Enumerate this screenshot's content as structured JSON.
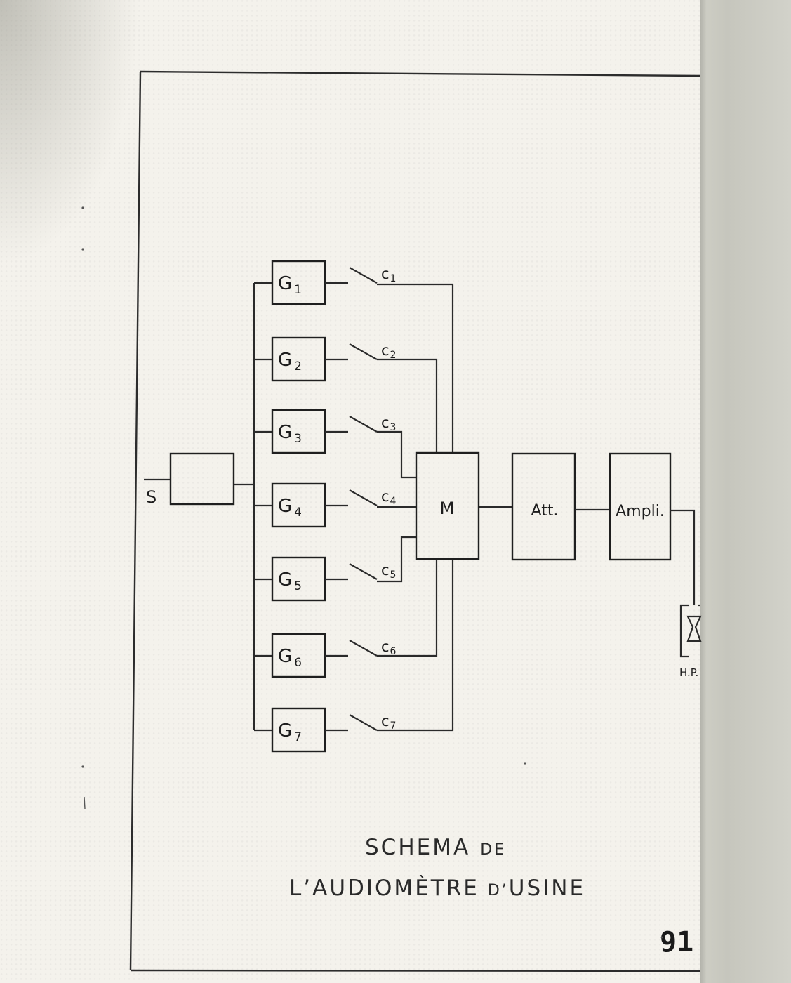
{
  "input_label": "S",
  "generators": [
    {
      "base": "G",
      "sub": "1"
    },
    {
      "base": "G",
      "sub": "2"
    },
    {
      "base": "G",
      "sub": "3"
    },
    {
      "base": "G",
      "sub": "4"
    },
    {
      "base": "G",
      "sub": "5"
    },
    {
      "base": "G",
      "sub": "6"
    },
    {
      "base": "G",
      "sub": "7"
    }
  ],
  "switches": [
    {
      "base": "c",
      "sub": "1"
    },
    {
      "base": "c",
      "sub": "2"
    },
    {
      "base": "c",
      "sub": "3"
    },
    {
      "base": "c",
      "sub": "4"
    },
    {
      "base": "c",
      "sub": "5"
    },
    {
      "base": "c",
      "sub": "6"
    },
    {
      "base": "c",
      "sub": "7"
    }
  ],
  "blocks": {
    "mixer": "M",
    "attenuator": "Att.",
    "amplifier": "Ampli.",
    "speaker": "H.P."
  },
  "caption": {
    "line1_main": "SCHEMA",
    "line1_small": "DE",
    "line2_a": "L’AUDIOM",
    "line2_b": "È",
    "line2_c": "TRE",
    "line2_small": "D’",
    "line2_d": "USINE"
  },
  "page_number": "91"
}
